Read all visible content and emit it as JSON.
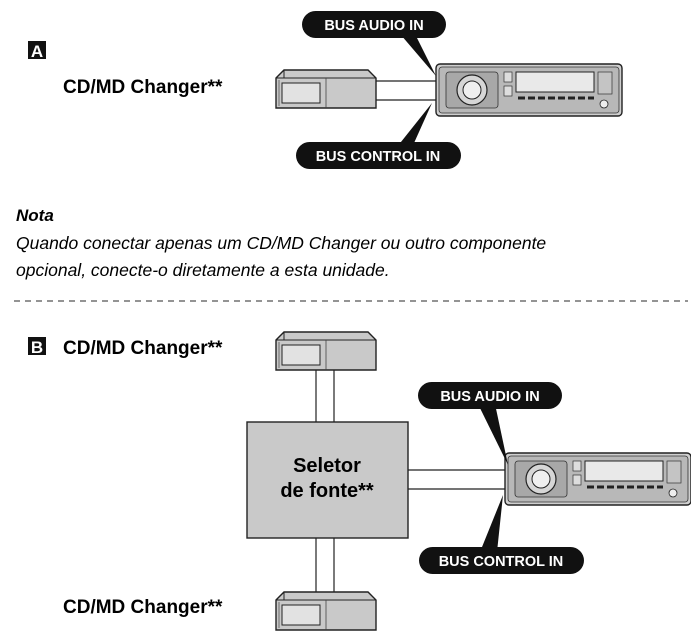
{
  "section_a": {
    "letter": "A",
    "changer_label": "CD/MD Changer**",
    "bus_audio_in": "BUS AUDIO IN",
    "bus_control_in": "BUS CONTROL IN"
  },
  "note": {
    "title": "Nota",
    "line1": "Quando conectar apenas um CD/MD Changer ou outro componente",
    "line2": "opcional, conecte-o diretamente a esta unidade."
  },
  "section_b": {
    "letter": "B",
    "changer_top_label": "CD/MD Changer**",
    "changer_bottom_label": "CD/MD Changer**",
    "selector_line1": "Seletor",
    "selector_line2": "de fonte**",
    "bus_audio_in": "BUS AUDIO IN",
    "bus_control_in": "BUS CONTROL IN"
  }
}
